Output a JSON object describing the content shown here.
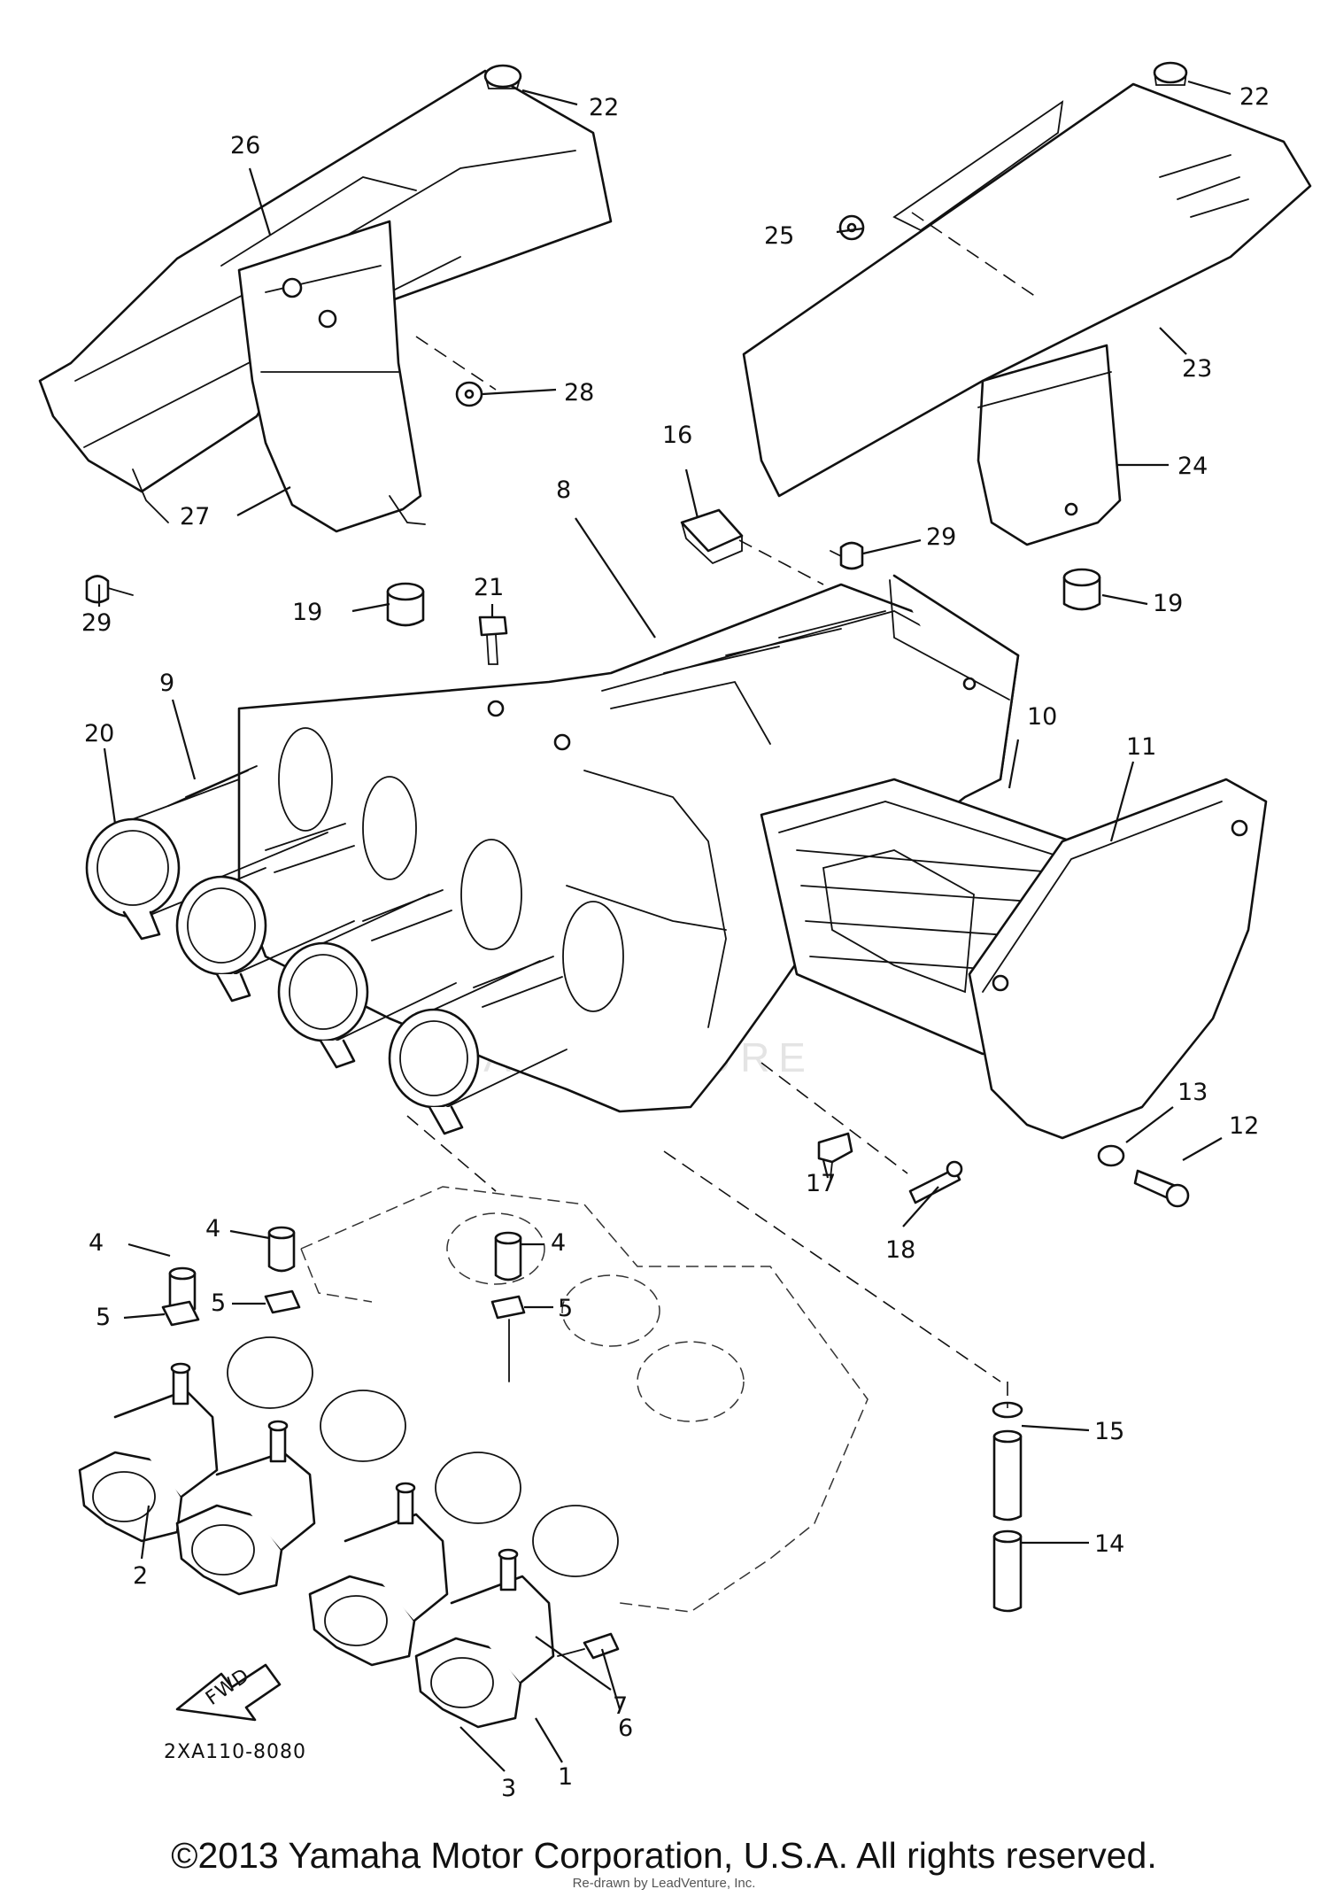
{
  "diagram": {
    "drawing_code": "2XA110-8080",
    "fwd_label": "FWD",
    "watermark": "LEADVENTURE",
    "copyright": "©2013 Yamaha Motor Corporation, U.S.A. All rights reserved.",
    "reassembled": "Re-drawn by LeadVenture, Inc."
  },
  "callouts": [
    {
      "id": "c22a",
      "label": "22"
    },
    {
      "id": "c22b",
      "label": "22"
    },
    {
      "id": "c26",
      "label": "26"
    },
    {
      "id": "c25",
      "label": "25"
    },
    {
      "id": "c23",
      "label": "23"
    },
    {
      "id": "c28",
      "label": "28"
    },
    {
      "id": "c24",
      "label": "24"
    },
    {
      "id": "c16",
      "label": "16"
    },
    {
      "id": "c8",
      "label": "8"
    },
    {
      "id": "c27",
      "label": "27"
    },
    {
      "id": "c29a",
      "label": "29"
    },
    {
      "id": "c29b",
      "label": "29"
    },
    {
      "id": "c21",
      "label": "21"
    },
    {
      "id": "c19a",
      "label": "19"
    },
    {
      "id": "c19b",
      "label": "19"
    },
    {
      "id": "c9",
      "label": "9"
    },
    {
      "id": "c20",
      "label": "20"
    },
    {
      "id": "c10",
      "label": "10"
    },
    {
      "id": "c11",
      "label": "11"
    },
    {
      "id": "c13",
      "label": "13"
    },
    {
      "id": "c12",
      "label": "12"
    },
    {
      "id": "c17",
      "label": "17"
    },
    {
      "id": "c18",
      "label": "18"
    },
    {
      "id": "c4a",
      "label": "4"
    },
    {
      "id": "c4b",
      "label": "4"
    },
    {
      "id": "c4c",
      "label": "4"
    },
    {
      "id": "c5a",
      "label": "5"
    },
    {
      "id": "c5b",
      "label": "5"
    },
    {
      "id": "c5c",
      "label": "5"
    },
    {
      "id": "c15",
      "label": "15"
    },
    {
      "id": "c14",
      "label": "14"
    },
    {
      "id": "c2",
      "label": "2"
    },
    {
      "id": "c7",
      "label": "7"
    },
    {
      "id": "c6",
      "label": "6"
    },
    {
      "id": "c1",
      "label": "1"
    },
    {
      "id": "c3",
      "label": "3"
    }
  ]
}
